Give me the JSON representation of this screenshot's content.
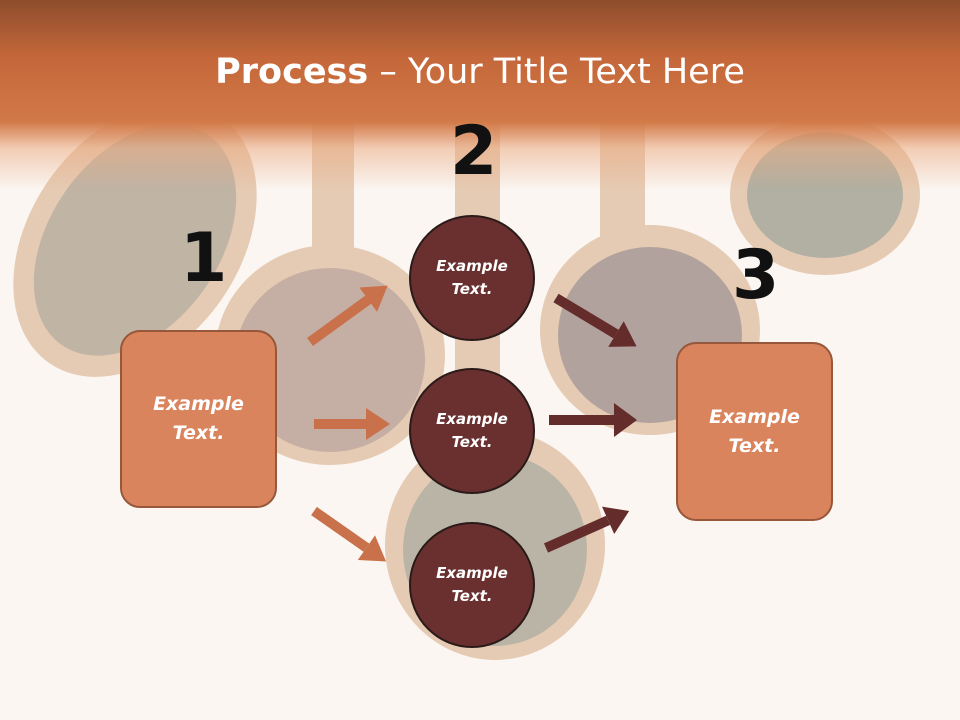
{
  "title": {
    "bold": "Process",
    "rest": " – Your Title Text Here"
  },
  "steps": {
    "one": {
      "number": "1",
      "box_text": "Example\nText."
    },
    "two": {
      "number": "2",
      "circles": [
        "Example\nText.",
        "Example\nText.",
        "Example\nText."
      ]
    },
    "three": {
      "number": "3",
      "box_text": "Example\nText."
    }
  },
  "colors": {
    "header": "#c4673a",
    "box_fill": "#d9845c",
    "box_border": "#97573a",
    "circle_fill": "#6a3030",
    "arrow_light": "#c8714a",
    "arrow_dark": "#652c2c"
  },
  "icons": {
    "background": "tea-spoons-photo"
  }
}
